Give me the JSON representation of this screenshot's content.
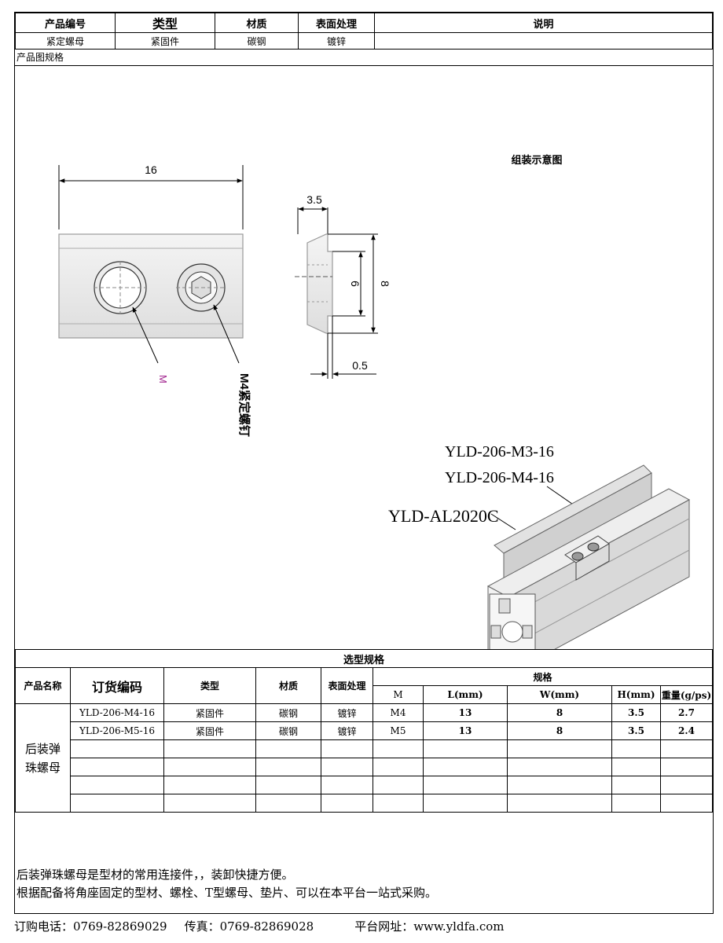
{
  "header": {
    "cols": [
      "产品编号",
      "类型",
      "材质",
      "表面处理",
      "说明"
    ],
    "values": [
      "紧定螺母",
      "紧固件",
      "碳钢",
      "镀锌",
      ""
    ]
  },
  "section_label": "产品图规格",
  "drawing": {
    "dim_length": "16",
    "dim_thickness": "3.5",
    "dim_inner": "6",
    "dim_outer": "8",
    "dim_step": "0.5",
    "callout_m": "M",
    "callout_screw": "M4紧定螺钉",
    "assembly_title": "组装示意图",
    "part_label_1": "YLD-206-M3-16",
    "part_label_2": "YLD-206-M4-16",
    "profile_label": "YLD-AL2020C"
  },
  "selection": {
    "title": "选型规格",
    "col_name": "产品名称",
    "col_code": "订货编码",
    "col_type": "类型",
    "col_material": "材质",
    "col_surface": "表面处理",
    "col_spec": "规格",
    "spec_cols": [
      "M",
      "L(mm)",
      "W(mm)",
      "H(mm)",
      "重量(g/ps)"
    ],
    "product_name_line1": "后装弹",
    "product_name_line2": "珠螺母",
    "rows": [
      {
        "code": "YLD-206-M4-16",
        "type": "紧固件",
        "material": "碳钢",
        "surface": "镀锌",
        "m": "M4",
        "l": "13",
        "w": "8",
        "h": "3.5",
        "weight": "2.7"
      },
      {
        "code": "YLD-206-M5-16",
        "type": "紧固件",
        "material": "碳钢",
        "surface": "镀锌",
        "m": "M5",
        "l": "13",
        "w": "8",
        "h": "3.5",
        "weight": "2.4"
      }
    ]
  },
  "notes": [
    "后装弹珠螺母是型材的常用连接件，，装卸快捷方便。",
    "根据配备将角座固定的型材、螺栓、T型螺母、垫片、可以在本平台一站式采购。"
  ],
  "footer": {
    "order_phone": "订购电话：0769-82869029",
    "fax": "传真：0769-82869028",
    "website": "平台网址：www.yldfa.com"
  }
}
